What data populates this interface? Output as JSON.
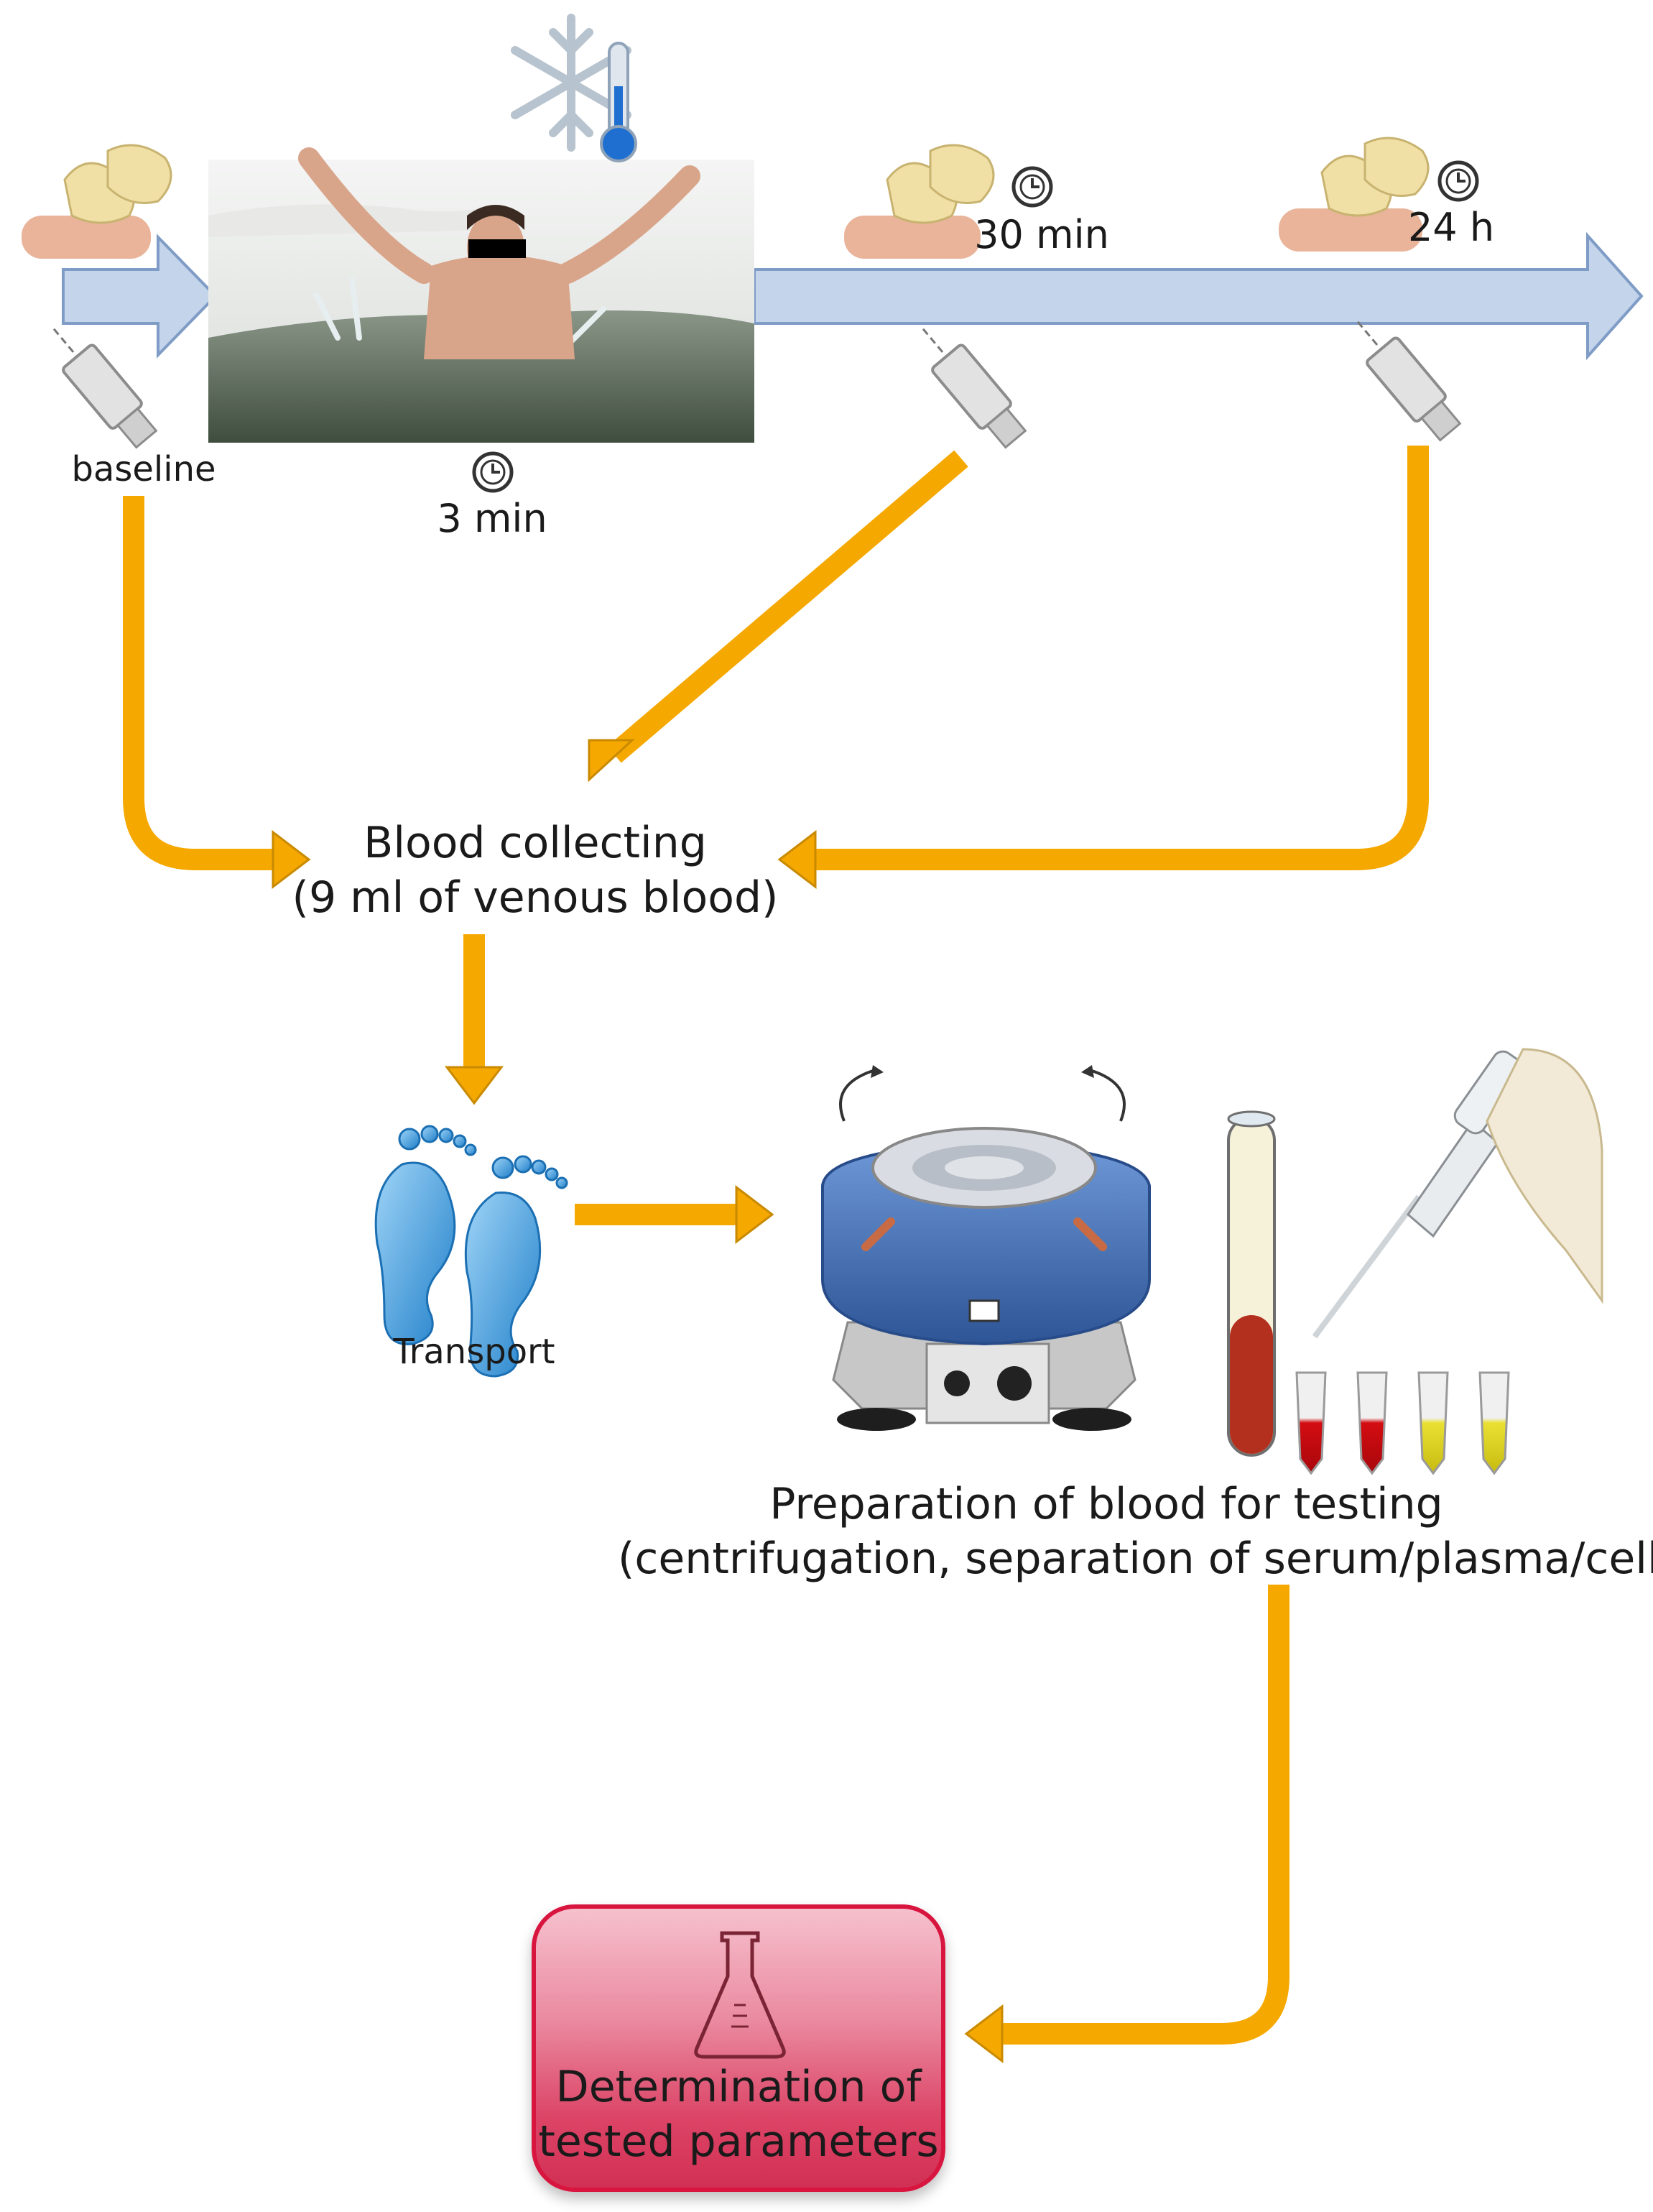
{
  "timeline": {
    "baseline_label": "baseline",
    "immersion_duration": "3 min",
    "timepoint_1": "30 min",
    "timepoint_2": "24 h"
  },
  "steps": {
    "blood_collecting_line1": "Blood collecting",
    "blood_collecting_line2": "(9  ml of venous blood)",
    "transport_label": "Transport",
    "preparation_line1": "Preparation of blood for testing",
    "preparation_line2": "(centrifugation, separation of serum/plasma/cells)",
    "result_line1": "Determination of",
    "result_line2": "tested parameters"
  },
  "colors": {
    "flow_arrow": "#f5a800",
    "timeline_arrow": "#c4d4ea",
    "result_box": "#e0405f",
    "centrifuge": "#4a79c4",
    "blood": "#b3301f",
    "serum": "#e8dd3a"
  },
  "icons": [
    "blood-draw-icon",
    "syringe-icon",
    "clock-icon",
    "snowflake-icon",
    "thermometer-icon",
    "cold-water-immersion-photo",
    "footprints-icon",
    "centrifuge-icon",
    "blood-tube-icon",
    "pipette-icon",
    "aliquot-tubes-icon",
    "flask-icon"
  ]
}
